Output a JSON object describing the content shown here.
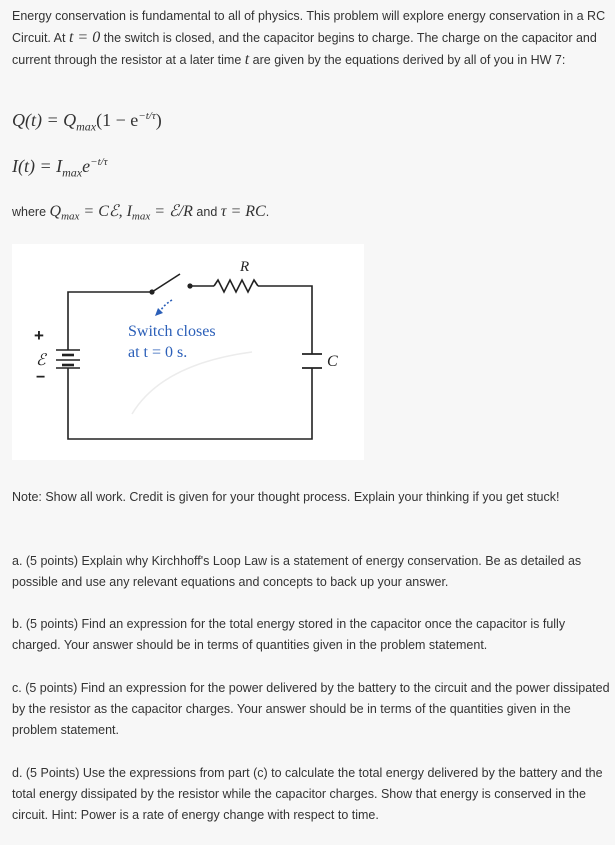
{
  "intro": {
    "text_1": "Energy conservation is fundamental to all of physics. This problem will explore energy conservation in a RC Circuit. At ",
    "math_t0": "t = 0",
    "text_2": " the switch is closed, and the capacitor begins to charge. The charge on the capacitor and current through the resistor at a later time ",
    "math_t": "t",
    "text_3": " are given by the equations derived by all of you in HW 7:"
  },
  "equations": {
    "charge": {
      "lhs": "Q(t) = ",
      "qmax": "Q",
      "qmax_sub": "max",
      "rest": "(1 − e",
      "exp": "−t/τ",
      "close": ")"
    },
    "current": {
      "lhs": "I(t) = ",
      "imax": "I",
      "imax_sub": "max",
      "e": "e",
      "exp": "−t/τ"
    }
  },
  "where_line": {
    "where": "where ",
    "qmax_expr": "Q",
    "qmax_sub": "max",
    "eq1": " = Cℰ, ",
    "imax_expr": "I",
    "imax_sub": "max",
    "eq2": " = ℰ/R",
    "and": " and ",
    "tau_expr": "τ = RC",
    "period": "."
  },
  "figure": {
    "resistor_label": "R",
    "switch_text_line1": "Switch closes",
    "switch_text_line2": "at t = 0 s.",
    "capacitor_label": "C",
    "battery_plus": "+",
    "battery_label": "ℰ",
    "battery_minus": "−"
  },
  "note": "Note: Show all work. Credit is given for your thought process. Explain your thinking if you get stuck!",
  "questions": [
    {
      "text": "a. (5 points) Explain why Kirchhoff's Loop Law is a statement of energy conservation. Be as detailed as possible and use any relevant equations and concepts to back up your answer."
    },
    {
      "text": "b. (5 points) Find an expression for the total energy stored in the capacitor once the capacitor is fully charged. Your answer should be in terms of quantities given in the problem statement."
    },
    {
      "text": "c. (5 points) Find an expression for the power delivered by the battery to the circuit and the power dissipated by the resistor as the capacitor charges. Your answer should be in terms of the quantities given in the problem statement."
    },
    {
      "text": "d. (5 Points) Use the expressions from part (c) to calculate the total energy delivered by the battery and the total energy dissipated by the resistor while the capacitor charges. Show that energy is conserved in the circuit. Hint: Power is a rate of energy change with respect to time."
    }
  ]
}
